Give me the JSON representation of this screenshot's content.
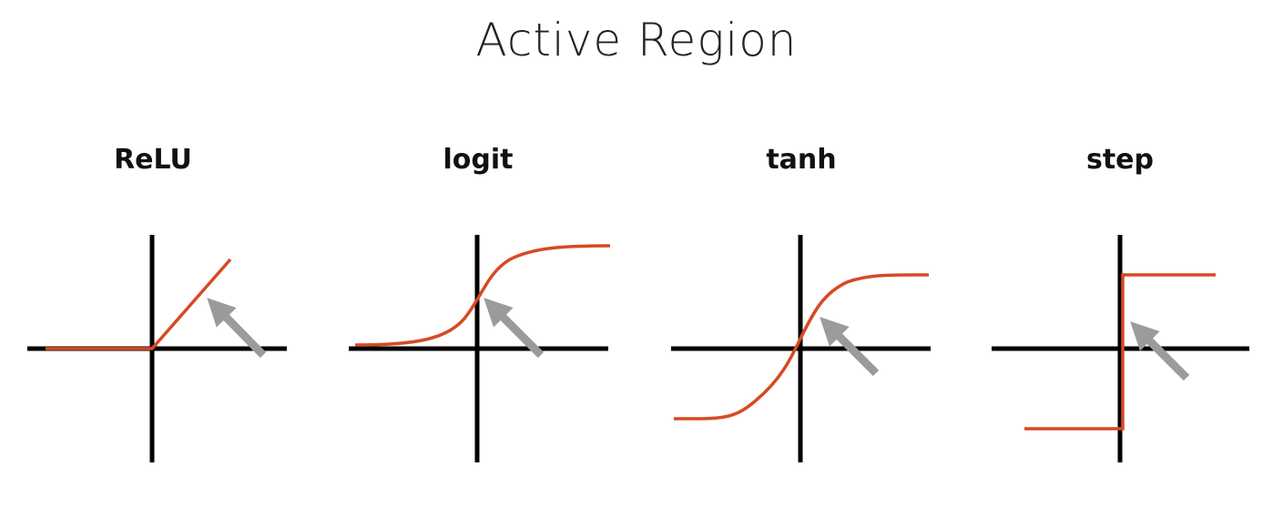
{
  "title": "Active Region",
  "colors": {
    "curve": "#d64a24",
    "axis": "#000000",
    "arrow": "#9b9b9b"
  },
  "panels": [
    {
      "label": "ReLU",
      "function": "relu"
    },
    {
      "label": "logit",
      "function": "logit"
    },
    {
      "label": "tanh",
      "function": "tanh"
    },
    {
      "label": "step",
      "function": "step"
    }
  ]
}
